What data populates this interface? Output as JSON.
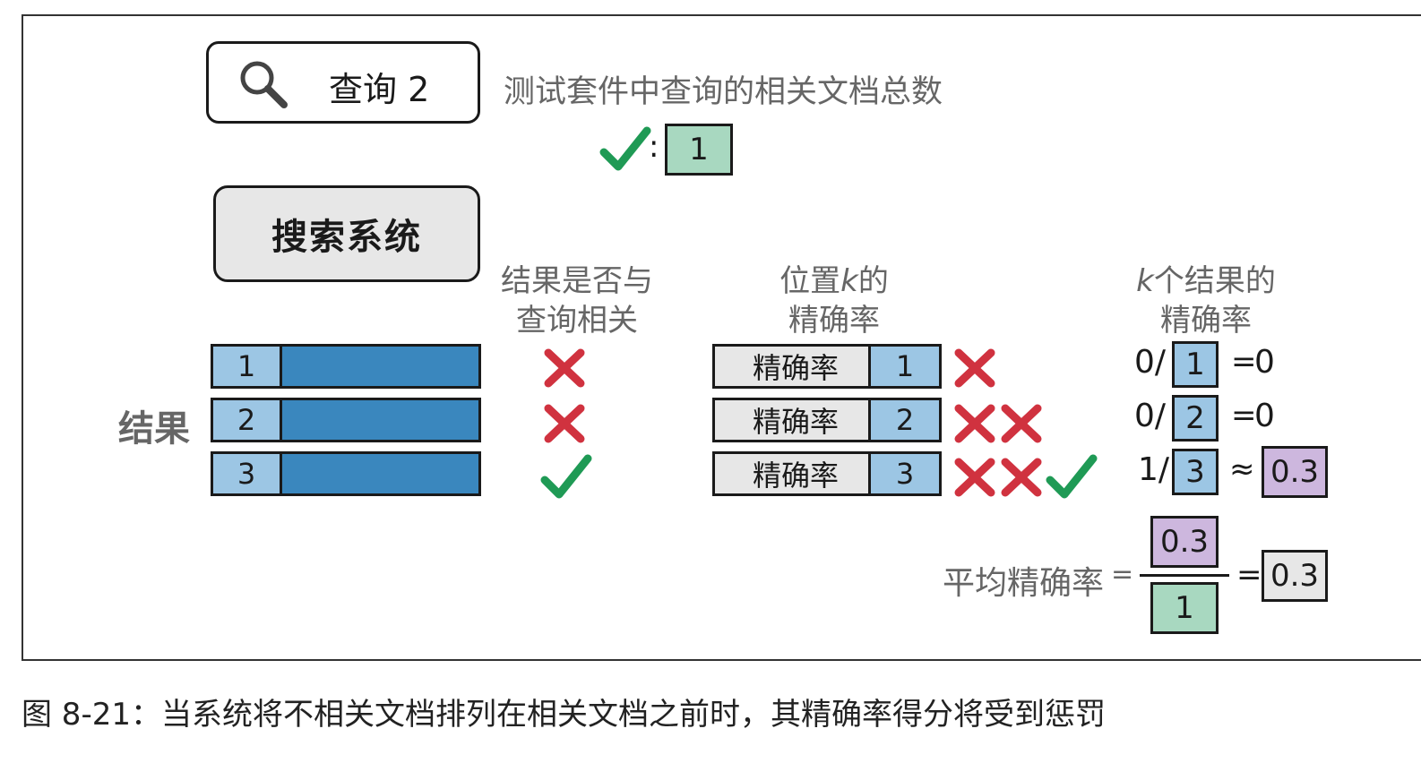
{
  "query": {
    "label": "查询 2"
  },
  "total_relevant": {
    "label": "测试套件中查询的相关文档总数",
    "colon": ":",
    "value": "1"
  },
  "system": {
    "label": "搜索系统"
  },
  "results": {
    "label": "结果",
    "rows": [
      {
        "rank": "1",
        "relevant": false
      },
      {
        "rank": "2",
        "relevant": false
      },
      {
        "rank": "3",
        "relevant": true
      }
    ]
  },
  "headers": {
    "relevance_line1": "结果是否与",
    "relevance_line2": "查询相关",
    "precision_at_k_line1_prefix": "位置",
    "precision_at_k_line1_k": "k",
    "precision_at_k_line1_suffix": "的",
    "precision_at_k_line2": "精确率",
    "k_results_line1_k": "k",
    "k_results_line1_suffix": "个结果的",
    "k_results_line2": "精确率"
  },
  "precision_rows": [
    {
      "label": "精确率",
      "k": "1",
      "numerator": "0/",
      "op": "=",
      "result": "0"
    },
    {
      "label": "精确率",
      "k": "2",
      "numerator": "0/",
      "op": "=",
      "result": "0"
    },
    {
      "label": "精确率",
      "k": "3",
      "numerator": "1/",
      "op": "≈",
      "result": "0.3"
    }
  ],
  "average": {
    "label": "平均精确率",
    "eq1": "=",
    "numerator": "0.3",
    "denominator": "1",
    "eq2": "=",
    "result": "0.3"
  },
  "caption": "图 8-21：当系统将不相关文档排列在相关文档之前时，其精确率得分将受到惩罚",
  "colors": {
    "bar": "#3a87be",
    "rank": "#9cc6e4",
    "check": "#1f9a55",
    "cross": "#d0323f",
    "green_box": "#a8d8c0",
    "purple_box": "#cdb7de"
  }
}
